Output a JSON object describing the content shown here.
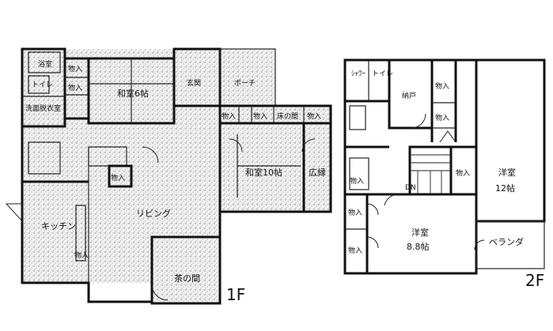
{
  "floors": {
    "first": {
      "label": "1F"
    },
    "second": {
      "label": "2F"
    }
  },
  "rooms_1f": {
    "bath": "浴室",
    "toilet": "トイレ",
    "washroom": "洗面脱衣室",
    "closet_left_top": "物入",
    "closet_left_mid": "物入",
    "japanese_6": "和室6帖",
    "genkan": "玄関",
    "porch": "ポーチ",
    "storage_a": "物入",
    "storage_b": "物入",
    "tokonoma": "床の間",
    "closet_c": "物入",
    "japanese_10": "和室10帖",
    "engawa": "広縁",
    "kitchen_store": "物入",
    "kitchen": "キッチン",
    "living": "リビング",
    "chanoma": "茶の間",
    "pantry": "物入"
  },
  "rooms_2f": {
    "shower": "ｼｬﾜｰ",
    "toilet": "トイレ",
    "storeroom": "納戸",
    "closet_a": "物入",
    "closet_b": "物入",
    "closet_c": "物入",
    "closet_d": "物入",
    "closet_e": "物入",
    "closet_f": "物入",
    "western_12": "洋室",
    "western_12_size": "12帖",
    "western_88": "洋室",
    "western_88_size": "8.8帖",
    "veranda": "ベランダ",
    "stair_dn": "DN"
  }
}
